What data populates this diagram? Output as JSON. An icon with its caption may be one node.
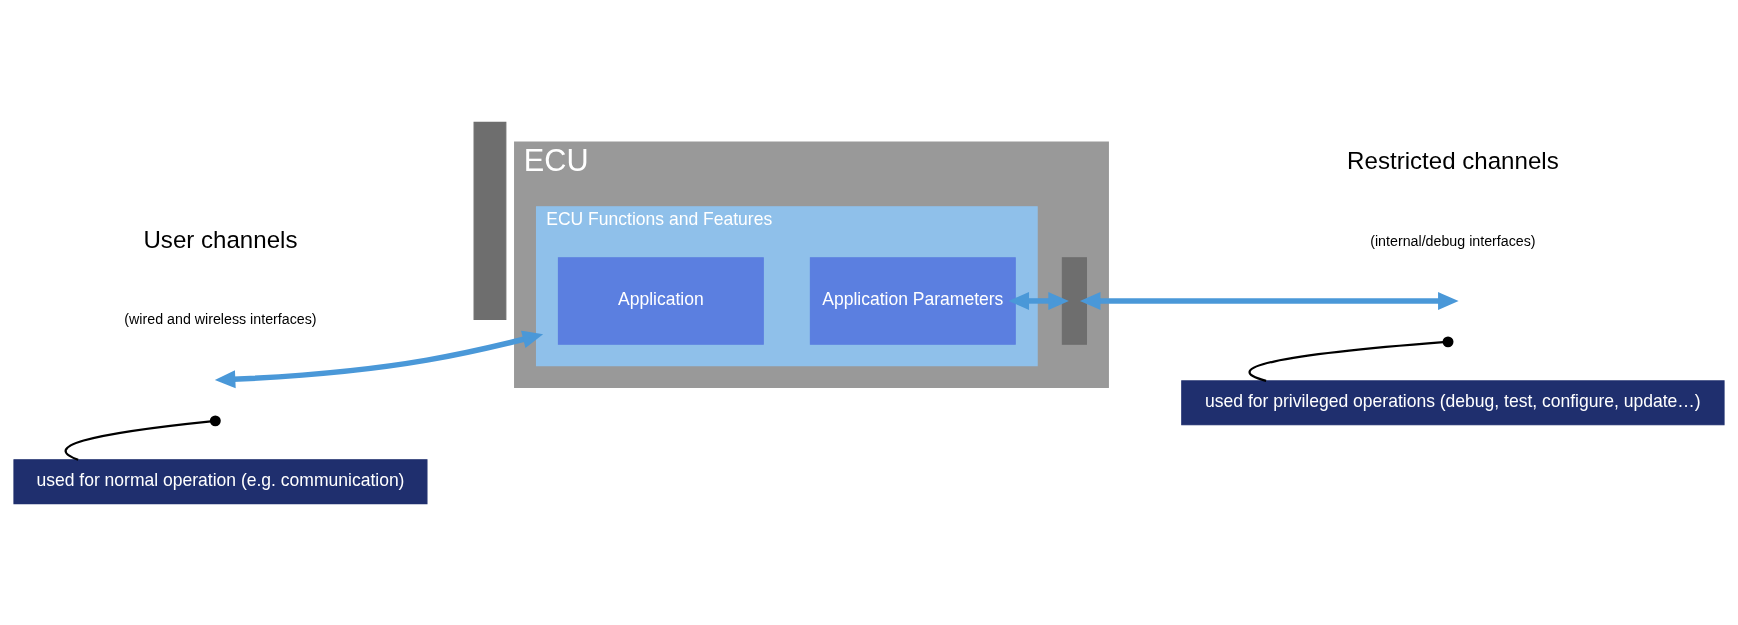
{
  "diagram": {
    "nodes": [
      {
        "text": [
          "ECU"
        ]
      },
      {
        "text": [],
        "shape": "box"
      },
      {
        "text": [
          "ECU Functions and Features"
        ],
        "in": 0
      },
      {
        "text": [
          "Application"
        ],
        "in": 2
      },
      {
        "text": [
          "Application Parameters"
        ],
        "in": 2
      },
      {
        "text": [],
        "shape": "box",
        "in": 0
      },
      {
        "text": [
          "used for normal operation (e.g. communication)"
        ]
      },
      {
        "text": [
          "used for privileged operations (debug, test, configure, update…)"
        ]
      }
    ],
    "edges": [
      {
        "from": null,
        "to": 2,
        "arrow": "both"
      },
      {
        "from": 4,
        "to": 5,
        "arrow": "both"
      },
      {
        "from": 5,
        "to": null,
        "arrow": "both"
      },
      {
        "from": 6,
        "to": null,
        "arrow": "other",
        "color": "#000000"
      },
      {
        "from": 7,
        "to": null,
        "arrow": "other",
        "color": "#000000"
      }
    ],
    "labels": [
      "User channels",
      "(wired and wireless interfaces)",
      "Restricted channels",
      "(internal/debug interfaces)"
    ]
  }
}
